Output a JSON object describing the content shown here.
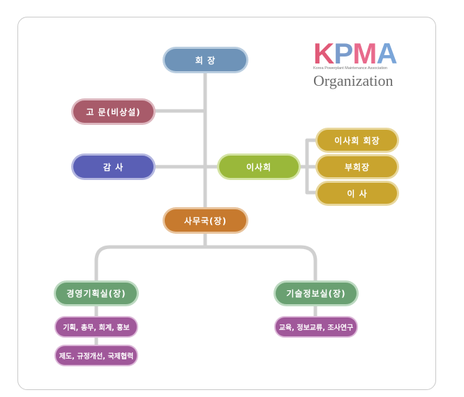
{
  "logo": {
    "letters": [
      "K",
      "P",
      "M",
      "A"
    ],
    "subtitle": "Korea Powerplant Maintenance Association",
    "heading": "Organization"
  },
  "nodes": {
    "president": "회  장",
    "advisor": "고  문(비상설)",
    "auditor": "감  사",
    "board": "이사회",
    "board_chair": "이사회 회장",
    "vice_chair": "부회장",
    "director": "이  사",
    "secretariat": "사무국(장)",
    "management": "경영기획실(장)",
    "tech": "기술정보실(장)",
    "management_sub1": "기획, 총무, 회계, 홍보",
    "management_sub2": "제도, 규정개선, 국제협력",
    "tech_sub1": "교육, 정보교류, 조사연구"
  },
  "colors": {
    "president": "#6e93b8",
    "advisor": "#a85b6a",
    "auditor": "#5a5fb5",
    "board": "#9ab83a",
    "board_members": "#c9a42e",
    "secretariat": "#c77a2e",
    "departments": "#6aa072",
    "sub_units": "#a0589a",
    "lines": "#d0d0d0"
  }
}
